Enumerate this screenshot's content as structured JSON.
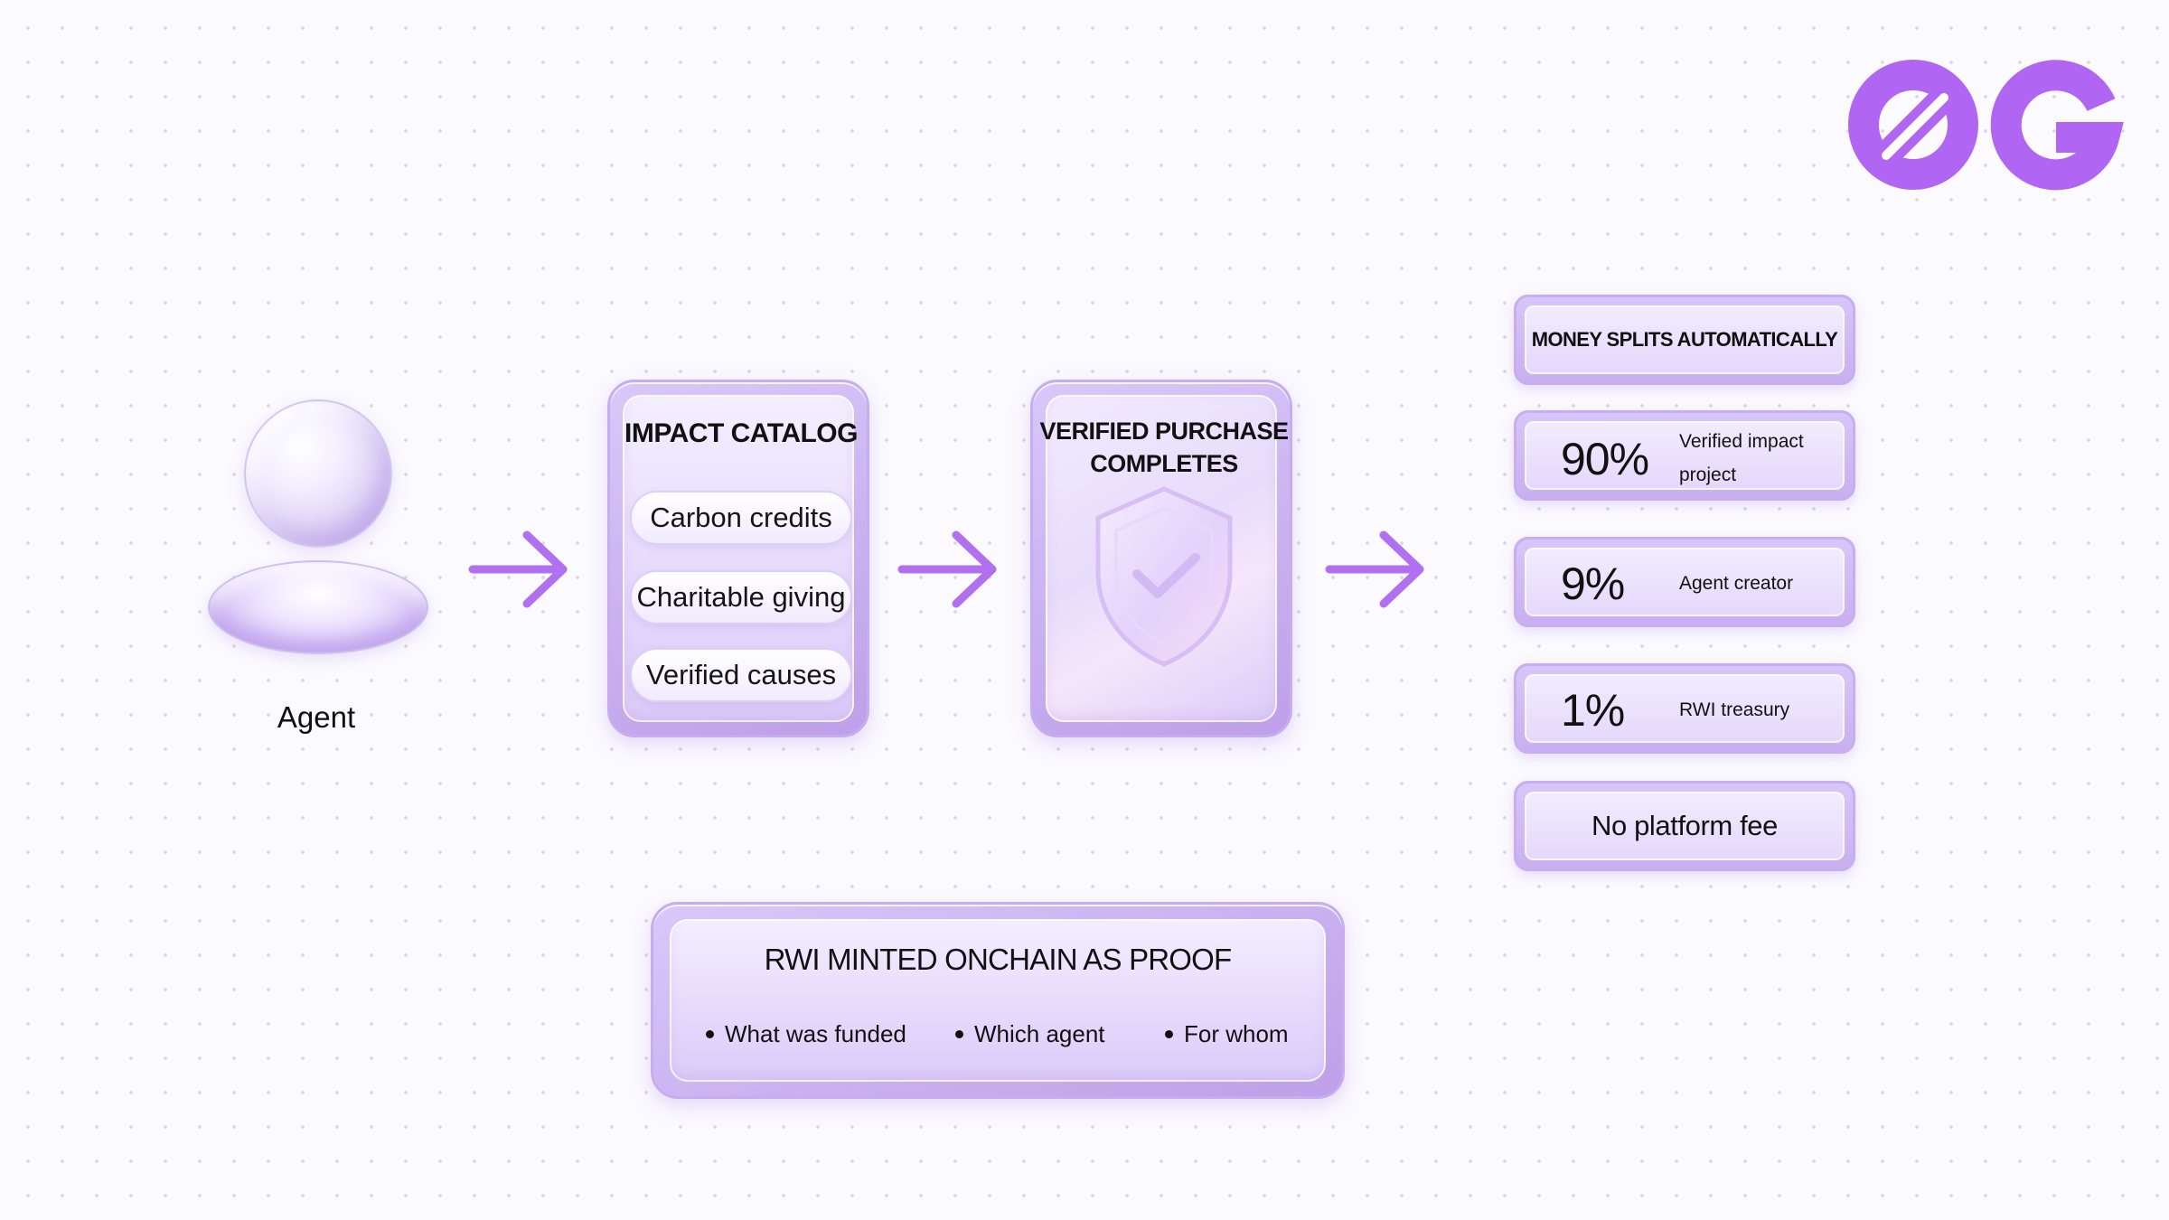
{
  "agent": {
    "label": "Agent"
  },
  "catalog": {
    "title": "IMPACT CATALOG",
    "items": [
      "Carbon credits",
      "Charitable giving",
      "Verified causes"
    ]
  },
  "verified": {
    "title_line1": "VERIFIED PURCHASE",
    "title_line2": "COMPLETES",
    "icon": "shield-check-icon"
  },
  "splits": {
    "header": "MONEY SPLITS AUTOMATICALLY",
    "rows": [
      {
        "percent": "90%",
        "label_line1": "Verified impact",
        "label_line2": "project"
      },
      {
        "percent": "9%",
        "label_line1": "Agent creator",
        "label_line2": ""
      },
      {
        "percent": "1%",
        "label_line1": "RWI treasury",
        "label_line2": ""
      }
    ],
    "footer": "No platform fee"
  },
  "proof": {
    "title": "RWI MINTED ONCHAIN AS PROOF",
    "bullets": [
      "What was funded",
      "Which agent",
      "For whom"
    ]
  },
  "colors": {
    "accent": "#b070f0",
    "logo": "#b066f2",
    "card_border": "#c7adf0"
  }
}
